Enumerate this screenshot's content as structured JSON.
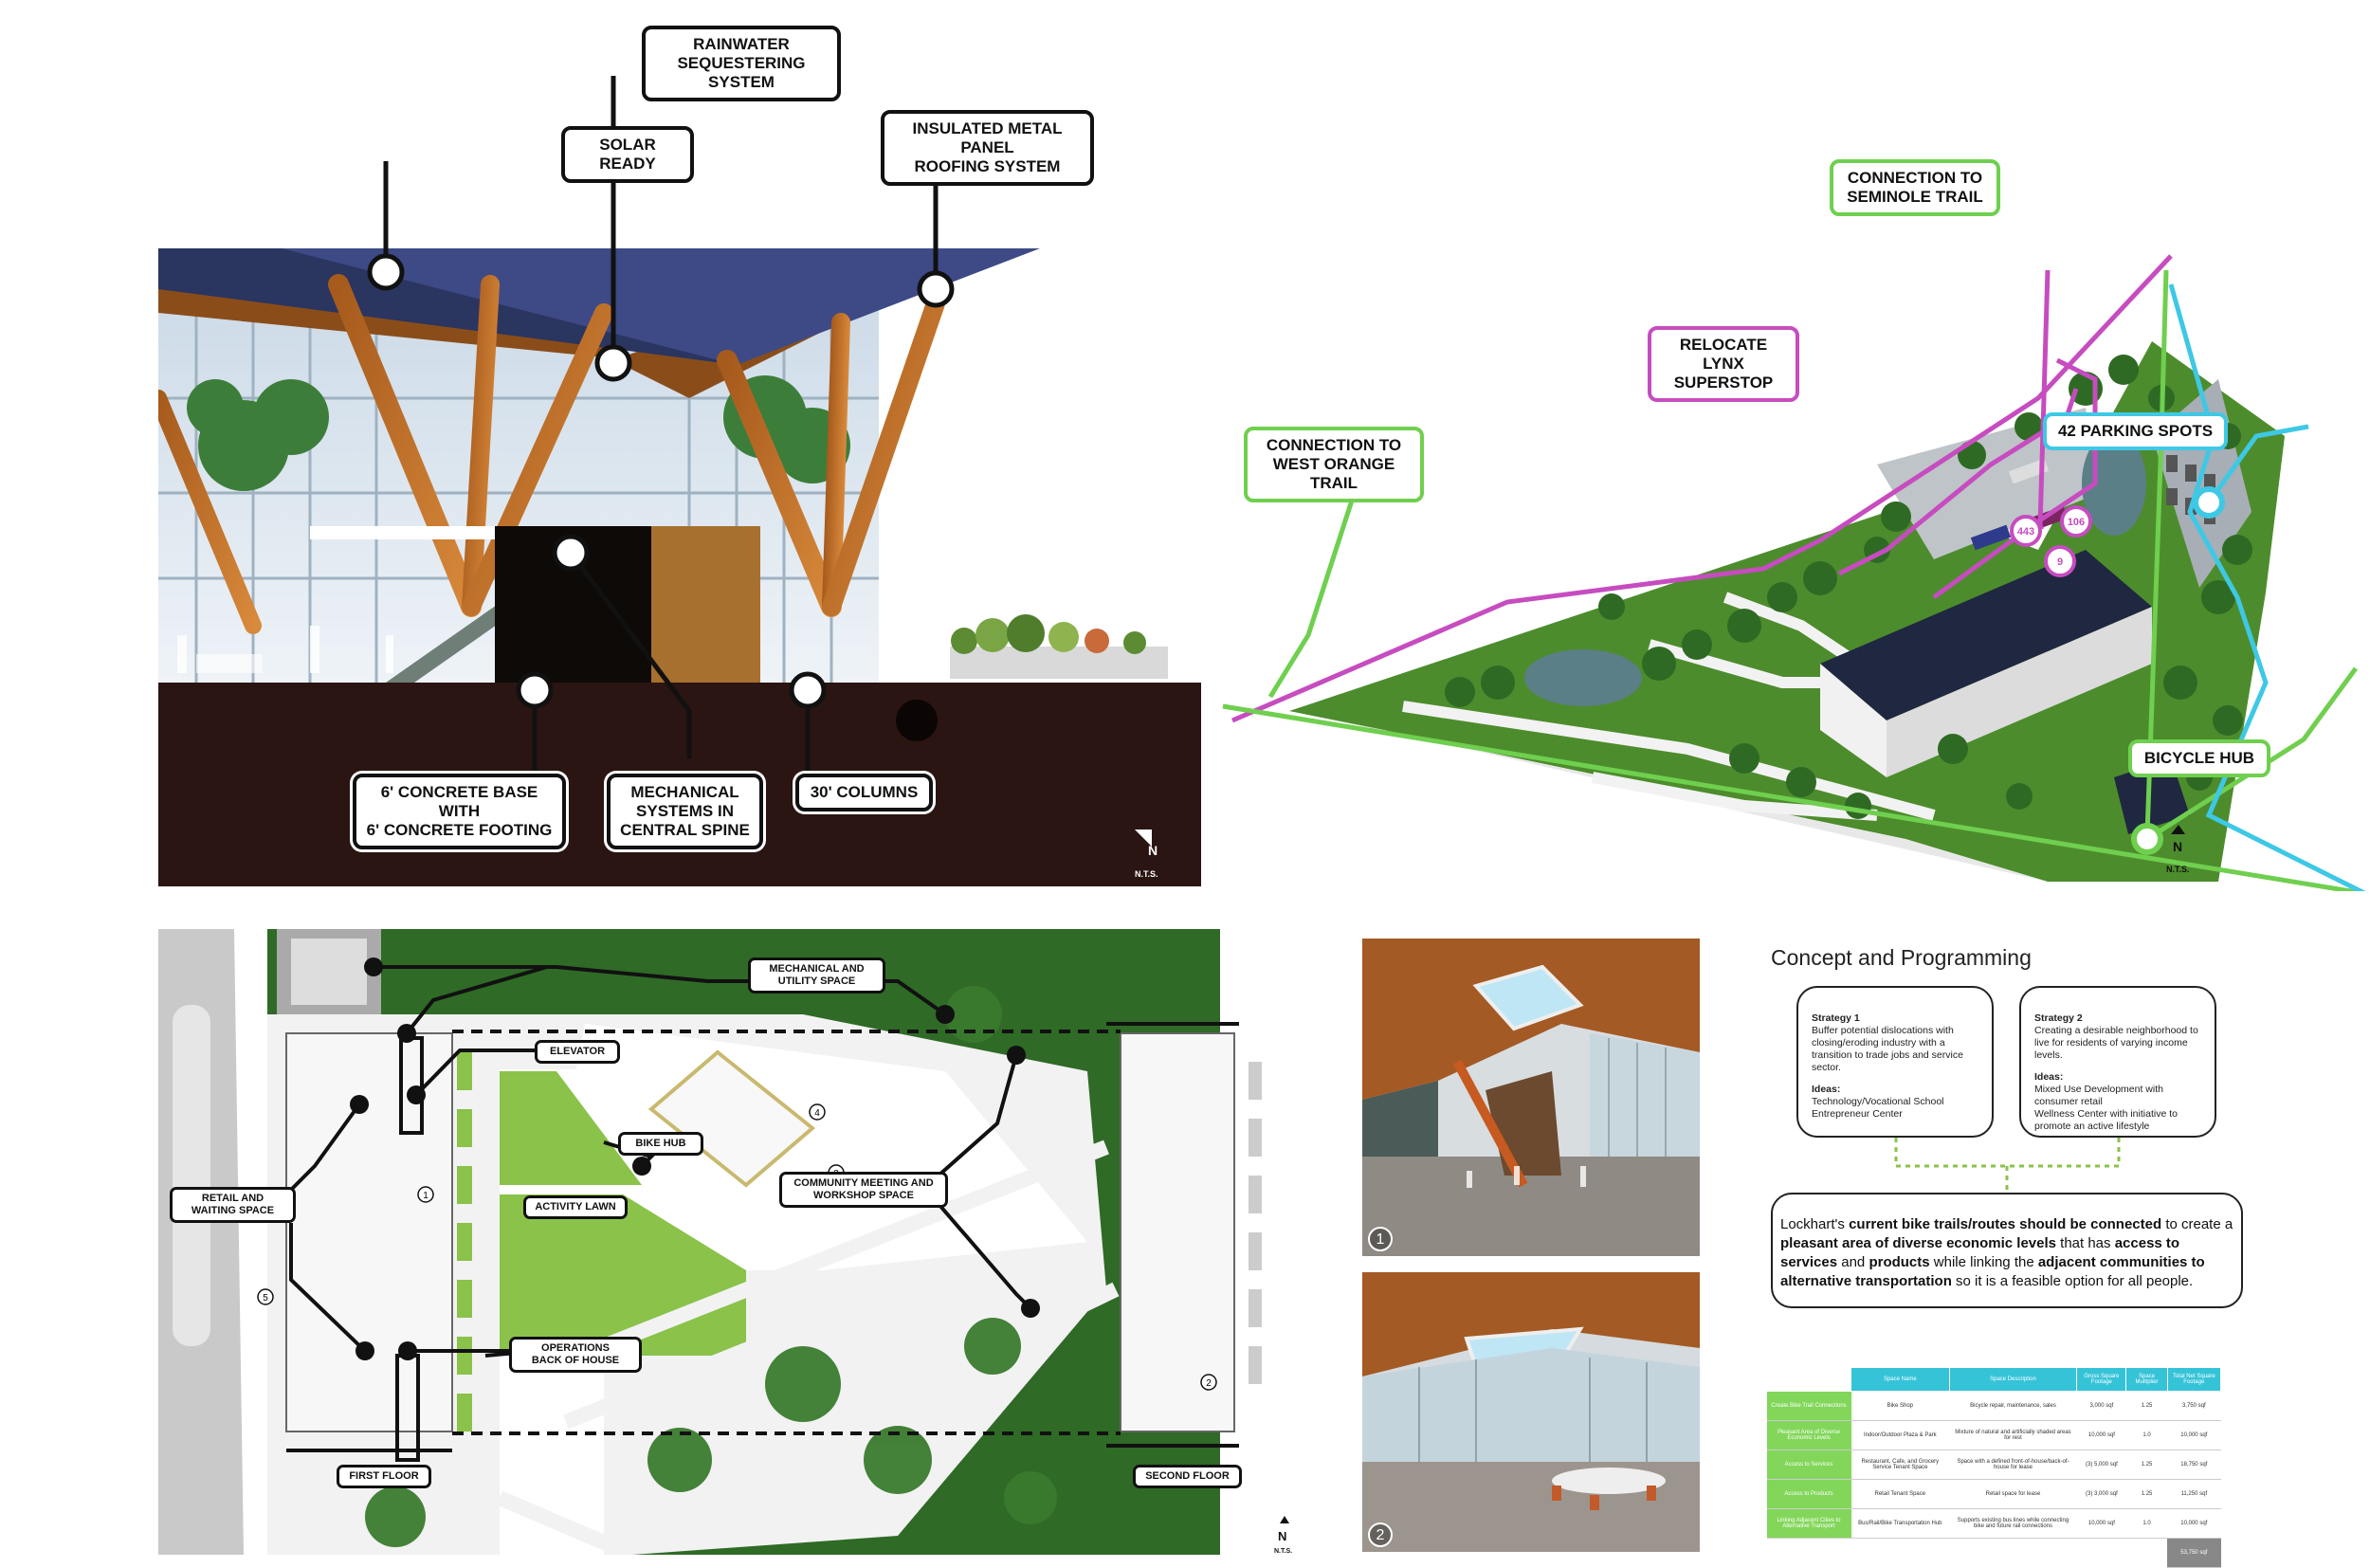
{
  "section": {
    "labels": {
      "rainwater": "RAINWATER\nSEQUESTERING SYSTEM",
      "solar": "SOLAR READY",
      "roofing": "INSULATED METAL PANEL\nROOFING SYSTEM",
      "base": "6' CONCRETE BASE WITH\n6' CONCRETE FOOTING",
      "mechanical": "MECHANICAL\nSYSTEMS IN\nCENTRAL SPINE",
      "columns": "30' COLUMNS"
    },
    "north": "N",
    "nts": "N.T.S."
  },
  "site": {
    "labels": {
      "seminole": "CONNECTION TO\nSEMINOLE TRAIL",
      "lynx": "RELOCATE LYNX\nSUPERSTOP",
      "parking": "42 PARKING SPOTS",
      "west_orange": "CONNECTION TO\nWEST ORANGE TRAIL",
      "bicycle": "BICYCLE HUB"
    },
    "bus_routes": [
      "443",
      "106",
      "9"
    ],
    "north": "N",
    "nts": "N.T.S."
  },
  "plan": {
    "labels": {
      "mechanical_utility": "MECHANICAL AND\nUTILITY SPACE",
      "elevator": "ELEVATOR",
      "retail": "RETAIL AND\nWAITING SPACE",
      "bike_hub": "BIKE HUB",
      "activity_lawn": "ACTIVITY LAWN",
      "community": "COMMUNITY MEETING AND\nWORKSHOP SPACE",
      "operations": "OPERATIONS\nBACK OF HOUSE",
      "first_floor": "FIRST FLOOR",
      "second_floor": "SECOND FLOOR"
    },
    "markers": [
      "1",
      "2",
      "3",
      "4",
      "5"
    ],
    "north": "N",
    "nts": "N.T.S."
  },
  "renders": {
    "numbers": [
      "1",
      "2"
    ]
  },
  "concept": {
    "title": "Concept and Programming",
    "strategy1": {
      "heading": "Strategy 1",
      "text": "Buffer potential dislocations with closing/eroding industry with a transition to trade jobs and service sector.",
      "ideas_heading": "Ideas:",
      "ideas": "Technology/Vocational School\nEntrepreneur Center"
    },
    "strategy2": {
      "heading": "Strategy 2",
      "text": "Creating a desirable neighborhood to live for residents of varying income levels.",
      "ideas_heading": "Ideas:",
      "ideas": "Mixed Use Development with consumer retail\nWellness Center with initiative to promote an active lifestyle"
    },
    "paragraph": {
      "p1": "Lockhart's ",
      "b1": "current bike trails/routes should be connected",
      "p2": " to create a ",
      "b2": "pleasant area of diverse economic levels",
      "p3": " that has ",
      "b3": "access to services",
      "p4": " and ",
      "b4": "products",
      "p5": " while linking the ",
      "b5": "adjacent communities to alternative transportation",
      "p6": " so it is a feasible option for all people."
    },
    "table": {
      "headers": [
        "Space Name",
        "Space Description",
        "Gross Square Footage",
        "Space Multiplier",
        "Total Net Square Footage"
      ],
      "rows": [
        [
          "Create Bike Trail Connections",
          "Bike Shop",
          "Bicycle repair, maintenance, sales",
          "3,000 sqf",
          "1.25",
          "3,750 sqf"
        ],
        [
          "Pleasant Area of Diverse Economic Levels",
          "Indoor/Outdoor Plaza & Park",
          "Mixture of natural and artificially shaded areas for rest",
          "10,000 sqf",
          "1.0",
          "10,000 sqf"
        ],
        [
          "Access to Services",
          "Restaurant, Cafe, and Grocery Service Tenant Space",
          "Space with a defined front-of-house/back-of-house for lease",
          "(3) 5,000 sqf",
          "1.25",
          "18,750 sqf"
        ],
        [
          "Access to Products",
          "Retail Tenant Space",
          "Retail space for lease",
          "(3) 3,000 sqf",
          "1.25",
          "11,250 sqf"
        ],
        [
          "Linking Adjacent Cities to Alternative Transport",
          "Bus/Rail/Bike Transportation Hub",
          "Supports existing bus lines while connecting bike and future rail connections",
          "10,000 sqf",
          "1.0",
          "10,000 sqf"
        ]
      ],
      "total": "53,750 sqf"
    }
  }
}
